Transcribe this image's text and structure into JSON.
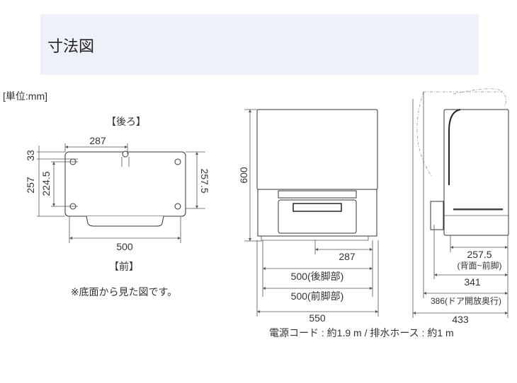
{
  "header": {
    "title": "寸法図"
  },
  "unit_label": "[単位:mm]",
  "bottom_view": {
    "back_label": "【後ろ】",
    "front_label": "【前】",
    "dim_top": "287",
    "dim_33": "33",
    "dim_257": "257",
    "dim_224_5": "224.5",
    "dim_257_5": "257.5",
    "dim_500": "500",
    "note": "※底面から見た図です。"
  },
  "front_view": {
    "dim_height": "600",
    "dim_287": "287",
    "dim_rear_feet": "500(後脚部)",
    "dim_front_feet": "500(前脚部)",
    "dim_width": "550"
  },
  "side_view": {
    "dim_257_5": "257.5",
    "dim_257_5_note": "(背面~前脚)",
    "dim_341": "341",
    "dim_386": "386(ドア開放奥行)",
    "dim_433": "433"
  },
  "footer_note": "電源コード : 約1.9 m / 排水ホース : 約1 m"
}
